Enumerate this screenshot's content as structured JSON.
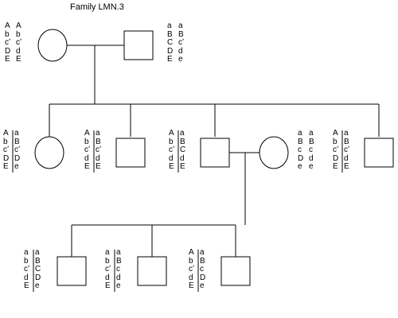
{
  "title": "Family LMN.3",
  "colors": {
    "line": "#000000",
    "background": "#ffffff",
    "text": "#000000"
  },
  "gen1": {
    "mother": {
      "sex": "female",
      "haplotypes": [
        [
          "A",
          "b",
          "c*",
          "D",
          "E"
        ],
        [
          "A",
          "b",
          "c*",
          "d",
          "E"
        ]
      ]
    },
    "father": {
      "sex": "male",
      "haplotypes": [
        [
          "a",
          "B",
          "C",
          "D",
          "E"
        ],
        [
          "a",
          "B",
          "c*",
          "d",
          "e"
        ]
      ]
    }
  },
  "gen2": [
    {
      "sex": "female",
      "haplotypes": [
        [
          "A",
          "b",
          "c*",
          "D",
          "E"
        ],
        [
          "a",
          "B",
          "c*",
          "D",
          "e"
        ]
      ]
    },
    {
      "sex": "male",
      "haplotypes": [
        [
          "A",
          "b",
          "c*",
          "d",
          "E"
        ],
        [
          "a",
          "B",
          "c*",
          "d",
          "E"
        ]
      ]
    },
    {
      "sex": "male",
      "haplotypes": [
        [
          "A",
          "b",
          "c*",
          "d",
          "E"
        ],
        [
          "a",
          "B",
          "C",
          "d",
          "E"
        ]
      ]
    },
    {
      "sex": "female",
      "haplotypes": [
        [
          "a",
          "B",
          "c",
          "D",
          "e"
        ],
        [
          "a",
          "B",
          "c",
          "d",
          "e"
        ]
      ]
    },
    {
      "sex": "male",
      "haplotypes": [
        [
          "A",
          "b",
          "c*",
          "D",
          "E"
        ],
        [
          "a",
          "B",
          "c*",
          "d",
          "E"
        ]
      ]
    }
  ],
  "gen3": [
    {
      "sex": "male",
      "haplotypes": [
        [
          "a",
          "b",
          "c*",
          "d",
          "E"
        ],
        [
          "a",
          "B",
          "C",
          "D",
          "e"
        ]
      ]
    },
    {
      "sex": "male",
      "haplotypes": [
        [
          "a",
          "b",
          "c*",
          "d",
          "E"
        ],
        [
          "a",
          "B",
          "c",
          "d",
          "e"
        ]
      ]
    },
    {
      "sex": "male",
      "haplotypes": [
        [
          "A",
          "b",
          "c*",
          "d",
          "E"
        ],
        [
          "a",
          "B",
          "c",
          "D",
          "e"
        ]
      ]
    }
  ]
}
